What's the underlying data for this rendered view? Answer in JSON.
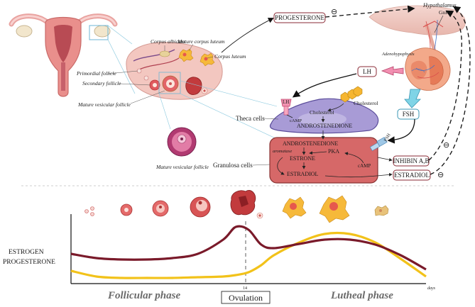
{
  "labels": {
    "corpus_albicans": "Corpus albicans",
    "mature_corpus_luteum": "Mature corpus luteum",
    "corpus_luteum": "Corpus luteum",
    "primordial_follicle": "Primordial follicle",
    "secondary_follicle": "Secondary follicle",
    "mature_vesicular_follicle_top": "Mature vesicular follicle",
    "theca_cells": "Theca cells",
    "granulosa_cells": "Granulosa cells",
    "mature_vesicular_follicle_bottom": "Mature vesicular follicle",
    "hypothalamus": "Hypothalamus",
    "gnrh": "GnRH",
    "adenohypophysis": "Adenohypophysis",
    "lh_theca": "LH",
    "camp_theca": "cAMP",
    "cholesterol_molecule": "Cholesterol",
    "cholesterol_inner": "Cholesterol",
    "androstenedione_theca": "ANDROSTENEDIONE",
    "androstenedione_gran": "ANDROSTENEDIONE",
    "aromatase": "aromatase",
    "pka": "PKA",
    "estrone": "ESTRONE",
    "estradiol_gran": "ESTRADIOL",
    "camp_gran": "cAMP",
    "fsh_receptor": "FSH"
  },
  "boxes": {
    "progesterone": "PROGESTERONE",
    "lh": "LH",
    "fsh": "FSH",
    "inhibin": "INHIBIN A,B",
    "estradiol": "ESTRADIOL"
  },
  "feedback": {
    "minus_symbol": "⊖"
  },
  "graph": {
    "legend_estrogen": "ESTROGEN",
    "legend_progesterone": "PROGESTERONE",
    "day_marker": "14",
    "x_unit": "days",
    "follicular_phase": "Follicular phase",
    "ovulation": "Ovulation",
    "luteal_phase": "Lutheal phase",
    "estrogen_color": "#7a1a2a",
    "progesterone_color": "#f2c21a"
  },
  "chart_data": {
    "type": "line",
    "title": "",
    "xlabel": "days",
    "ylabel": "",
    "x_ticks": [
      "14"
    ],
    "x": [
      0,
      2,
      4,
      6,
      8,
      10,
      12,
      13,
      14,
      15,
      16,
      18,
      20,
      22,
      24,
      26,
      28
    ],
    "series": [
      {
        "name": "ESTROGEN",
        "values": [
          0.42,
          0.36,
          0.34,
          0.34,
          0.36,
          0.42,
          0.62,
          0.8,
          0.76,
          0.55,
          0.5,
          0.56,
          0.62,
          0.62,
          0.55,
          0.4,
          0.2
        ]
      },
      {
        "name": "PROGESTERONE",
        "values": [
          0.18,
          0.1,
          0.08,
          0.08,
          0.08,
          0.09,
          0.1,
          0.12,
          0.16,
          0.26,
          0.4,
          0.58,
          0.7,
          0.7,
          0.58,
          0.35,
          0.1
        ]
      }
    ]
  }
}
